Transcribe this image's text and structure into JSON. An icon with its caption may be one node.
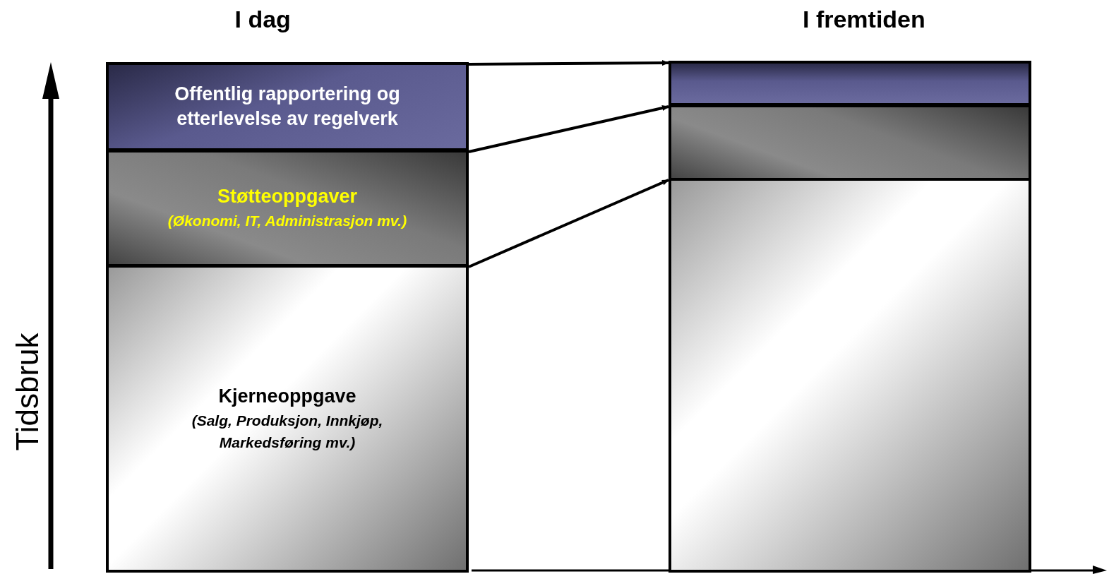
{
  "diagram": {
    "nodes": [
      {
        "text": [
          "Offentlig rapportering og etterlevelse av regelverk"
        ]
      },
      {
        "text": [
          "Støtteoppgaver",
          "(Økonomi, IT, Administrasjon mv.)"
        ]
      },
      {
        "text": [
          "Kjerneoppgave",
          "(Salg, Produksjon, Innkjøp, Markedsføring mv.)"
        ]
      },
      {
        "text": [],
        "shape": "box"
      },
      {
        "text": [],
        "shape": "box"
      },
      {
        "text": [],
        "shape": "box"
      }
    ],
    "edges": [
      {
        "from": 0,
        "to": 3,
        "arrow": "to"
      },
      {
        "from": 1,
        "to": 4,
        "arrow": "to"
      },
      {
        "from": 2,
        "to": 5,
        "arrow": "to"
      }
    ],
    "labels": [
      "I dag",
      "I fremtiden",
      "Tidsbruk"
    ]
  }
}
